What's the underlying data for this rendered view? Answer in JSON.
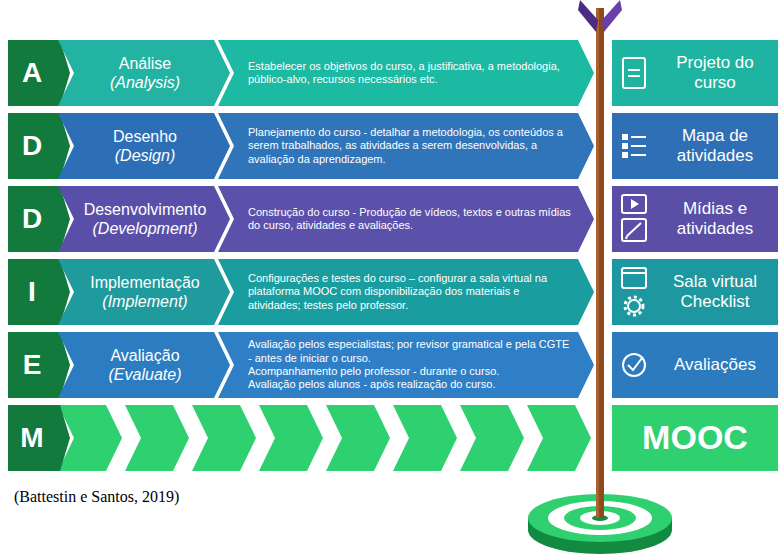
{
  "diagram": {
    "caption": "(Battestin e Santos, 2019)",
    "nodes": [
      {
        "text": [
          "A"
        ]
      },
      {
        "text": [
          "Análise",
          "(Analysis)"
        ]
      },
      {
        "text": [
          "Estabelecer os objetivos do curso, a justificativa, a metodologia, público-alvo, recursos necessários etc."
        ]
      },
      {
        "text": [
          "Projeto do curso"
        ]
      },
      {
        "text": [
          "D"
        ]
      },
      {
        "text": [
          "Desenho",
          "(Design)"
        ]
      },
      {
        "text": [
          "Planejamento do curso - detalhar a metodologia, os conteúdos a serem trabalhados, as atividades a serem desenvolvidas, a avaliação da aprendizagem."
        ]
      },
      {
        "text": [
          "Mapa de atividades"
        ]
      },
      {
        "text": [
          "D"
        ]
      },
      {
        "text": [
          "Desenvolvimento",
          "(Development)"
        ]
      },
      {
        "text": [
          "Construção do curso - Produção de vídeos, textos e outras mídias do curso, atividades e avaliações."
        ]
      },
      {
        "text": [
          "Mídias e atividades"
        ]
      },
      {
        "text": [
          "I"
        ]
      },
      {
        "text": [
          "Implementação",
          "(Implement)"
        ]
      },
      {
        "text": [
          "Configurações e testes do curso – configurar a sala virtual na plataforma MOOC com disponibilização dos materiais e atividades; testes pelo professor."
        ]
      },
      {
        "text": [
          "Sala virtual Checklist"
        ]
      },
      {
        "text": [
          "E"
        ]
      },
      {
        "text": [
          "Avaliação",
          "(Evaluate)"
        ]
      },
      {
        "text": [
          "Avaliação pelos especialistas; por revisor gramatical e pela CGTE - antes de iniciar o curso.",
          "Acompanhamento pelo professor - durante o curso.",
          "Avaliação pelos alunos - após realização do curso."
        ]
      },
      {
        "text": [
          "Avaliações"
        ]
      },
      {
        "text": [
          "M"
        ]
      },
      {
        "text": [
          "MOOC"
        ]
      }
    ]
  }
}
